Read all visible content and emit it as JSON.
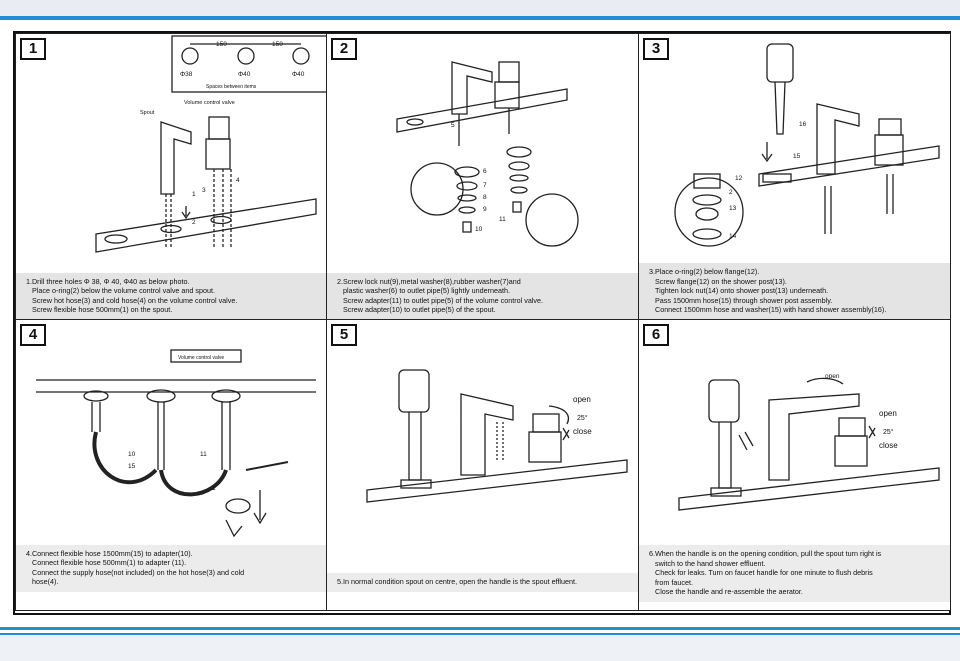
{
  "panels": [
    {
      "num": "1",
      "caption": "1.Drill three holes Φ 38, Φ 40, Φ40 as below photo.\n   Place o-ring(2) below the volume control valve and spout.\n   Screw hot hose(3) and cold hose(4) on the volume control valve.\n   Screw flexible hose 500mm(1) on the spout.",
      "inset": {
        "dim1": "150",
        "dim2": "150",
        "d1": "Φ38",
        "d2": "Φ40",
        "d3": "Φ40",
        "note": "Spaces between items"
      },
      "labels": {
        "spout": "Spout",
        "valve": "Volume control valve",
        "n1": "1",
        "n2": "2",
        "n3": "3",
        "n4": "4"
      }
    },
    {
      "num": "2",
      "caption": "2.Screw lock nut(9),metal washer(8),rubber washer(7)and\n   plastic washer(6) to outlet pipe(5) lightly underneath.\n   Screw adapter(11) to outlet pipe(5) of the volume control valve.\n   Screw adapter(10) to outlet pipe(5) of the spout.",
      "labels": [
        "5",
        "6",
        "7",
        "8",
        "9",
        "10",
        "11"
      ]
    },
    {
      "num": "3",
      "caption": "3.Place o-ring(2) below flange(12).\n   Screw flange(12) on the shower post(13).\n   Tighten lock nut(14) onto shower post(13) underneath.\n   Pass 1500mm hose(15) through shower post assembly.\n   Connect 1500mm hose and washer(15) with hand shower assembly(16).",
      "labels": {
        "n16": "16",
        "n15": "15",
        "n12": "12",
        "n2": "2",
        "n13": "13",
        "n14": "14"
      }
    },
    {
      "num": "4",
      "caption": "4.Connect flexible hose 1500mm(15) to adapter(10).\n   Connect flexible hose 500mm(1) to adapter (11).\n   Connect the supply hose(not included) on the hot hose(3) and cold\n   hose(4).",
      "labels": {
        "valve": "Volume control valve",
        "n10": "10",
        "n15": "15",
        "n11": "11",
        "n1": "1"
      }
    },
    {
      "num": "5",
      "caption": "5.In normal condition spout on centre, open the handle is the spout effluent.",
      "labels": {
        "open": "open",
        "angle": "25°",
        "close": "close"
      }
    },
    {
      "num": "6",
      "caption": "6.When the handle is on the opening condition, pull the spout turn right is\n   switch to the hand shower effluent.\n   Check for leaks. Turn on faucet handle for one minute to flush debris\n   from faucet.\n   Close the handle and re-assemble the aerator.",
      "labels": {
        "open_top": "open",
        "open": "open",
        "angle": "25°",
        "close": "close"
      }
    }
  ]
}
